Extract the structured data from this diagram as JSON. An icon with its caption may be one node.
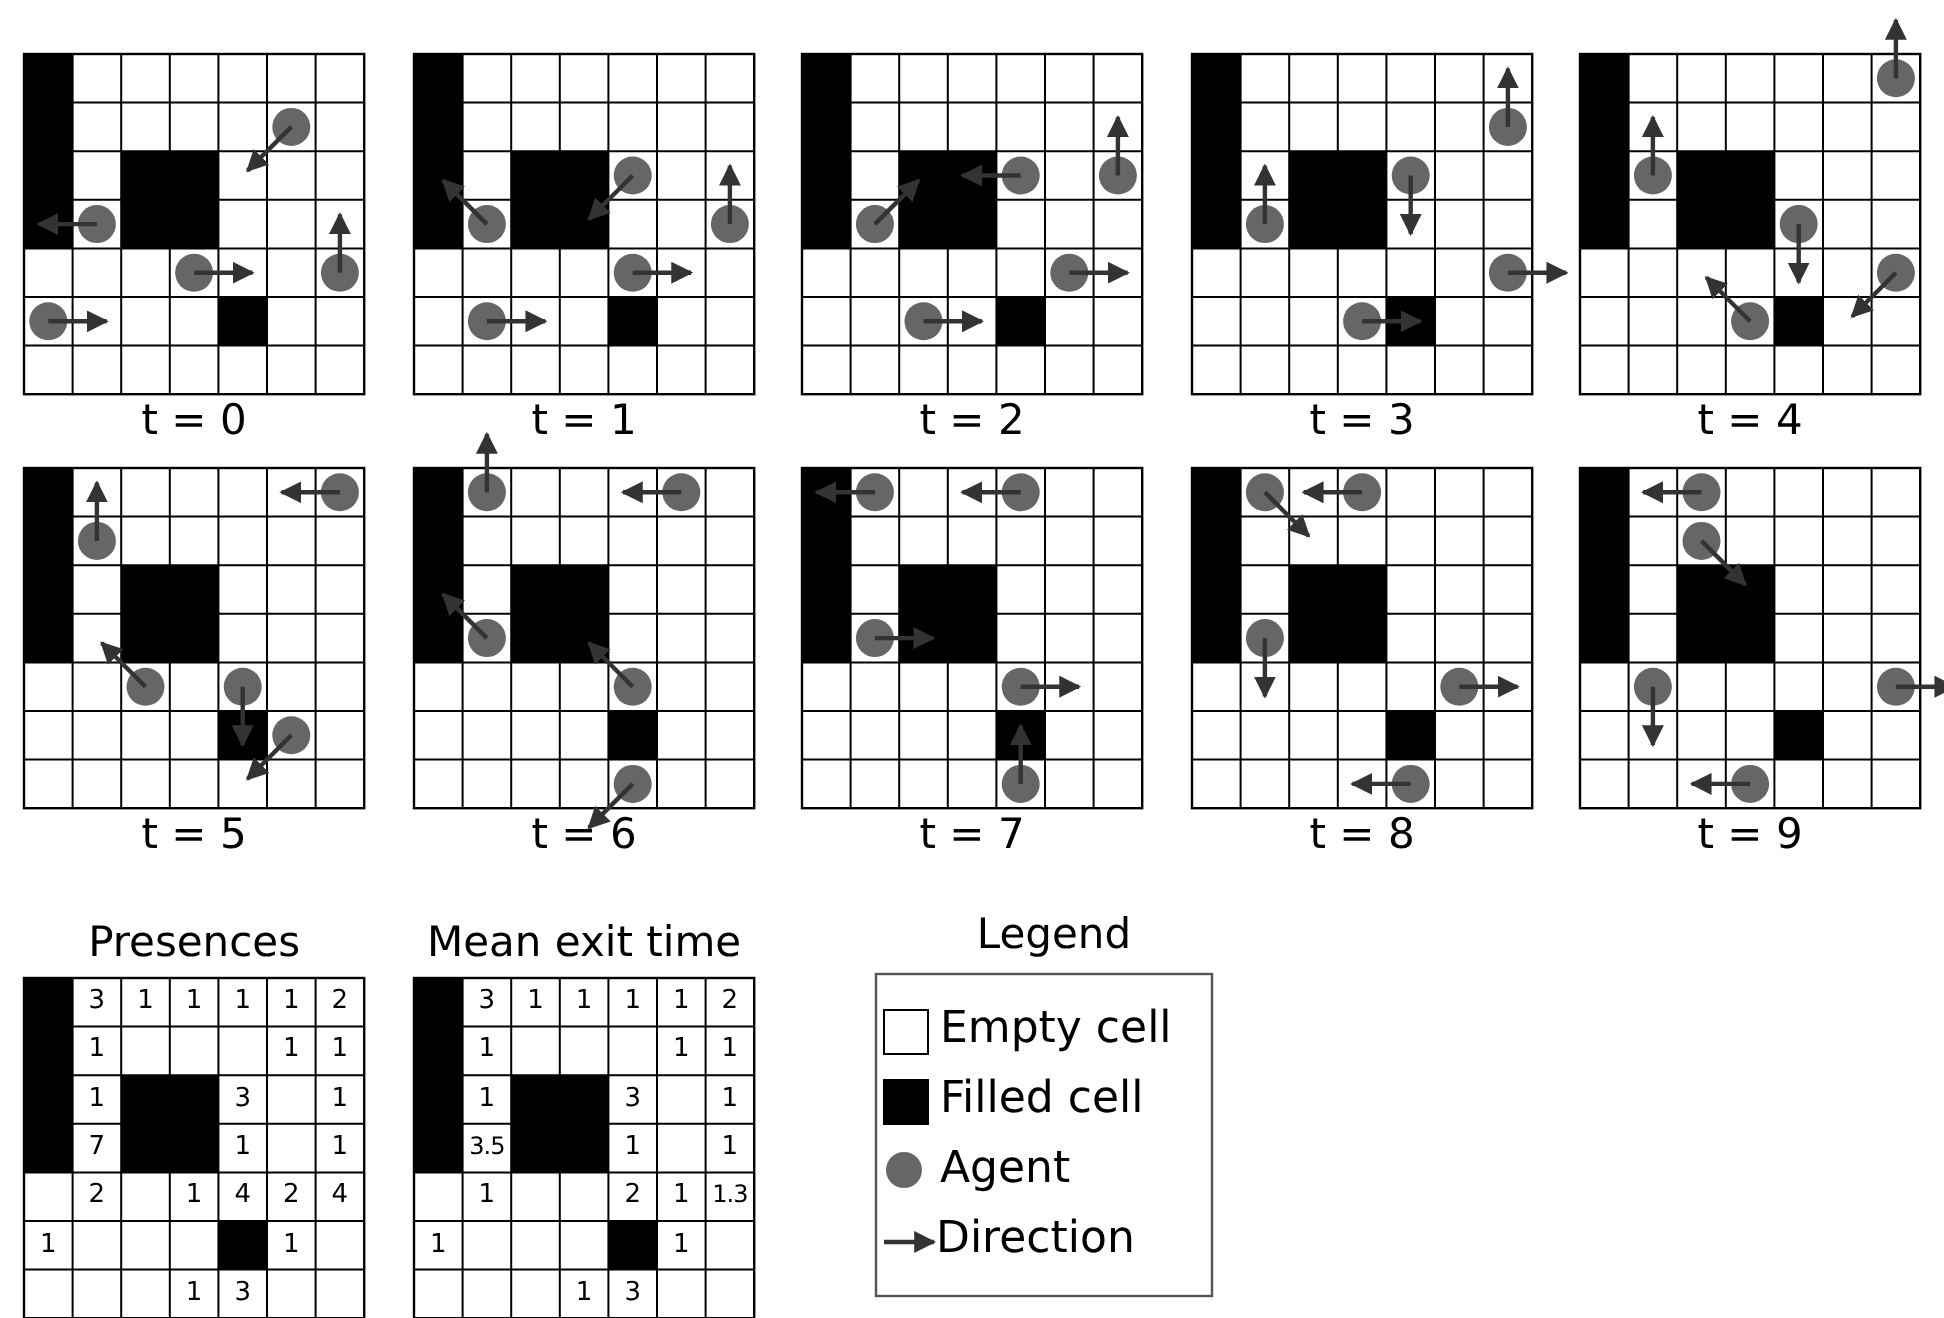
{
  "diagram": {
    "labels": [
      "t = 0",
      "t = 1",
      "t = 2",
      "t = 3",
      "t = 4",
      "t = 5",
      "t = 6",
      "t = 7",
      "t = 8",
      "t = 9",
      "Presences",
      "Mean exit time",
      "Legend",
      "3",
      "1",
      "1",
      "1",
      "1",
      "2",
      "1",
      "1",
      "1",
      "1",
      "3",
      "1",
      "7",
      "1",
      "1",
      "2",
      "1",
      "4",
      "2",
      "4",
      "1",
      "1",
      "1",
      "3",
      "3",
      "1",
      "1",
      "1",
      "1",
      "2",
      "1",
      "1",
      "1",
      "1",
      "3",
      "1",
      "3.5",
      "1",
      "1",
      "1",
      "2",
      "1",
      "1.3",
      "1",
      "1",
      "1",
      "3"
    ],
    "legend": [
      {
        "text": "Empty cell",
        "color": "#ffffff"
      },
      {
        "text": "Filled cell",
        "color": "#000000"
      },
      {
        "text": "Agent",
        "color": "#666666"
      },
      {
        "text": "Direction"
      }
    ]
  }
}
